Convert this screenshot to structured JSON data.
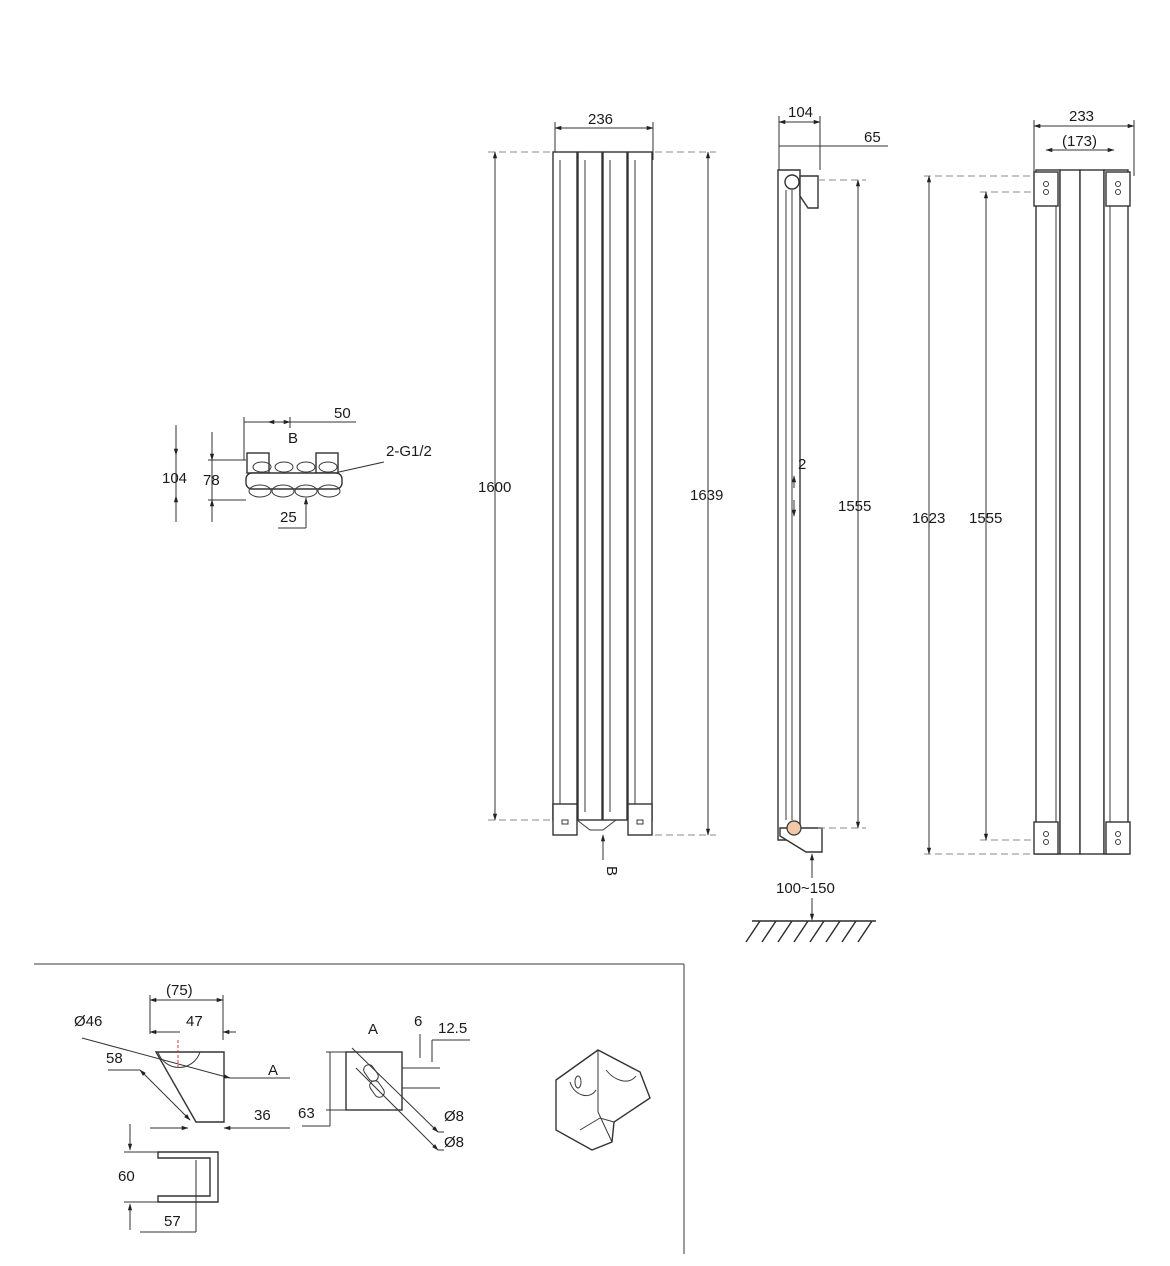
{
  "top_view": {
    "width_50": "50",
    "label_b": "B",
    "connection": "2-G1/2",
    "height_104": "104",
    "height_78": "78",
    "offset_25": "25"
  },
  "front_view": {
    "width_236": "236",
    "height_1600": "1600",
    "height_1639": "1639",
    "label_b": "B"
  },
  "side_view": {
    "depth_104": "104",
    "depth_65": "65",
    "gap_2": "2",
    "height_1555": "1555",
    "floor_gap": "100~150"
  },
  "rear_view": {
    "width_233": "233",
    "width_173": "(173)",
    "height_1623": "1623",
    "height_1555": "1555"
  },
  "bracket_detail": {
    "width_75": "(75)",
    "diameter_46": "Ø46",
    "width_47": "47",
    "label_a": "A",
    "size_58": "58",
    "size_36": "36",
    "height_60": "60",
    "width_57": "57",
    "label_a2": "A",
    "size_6": "6",
    "size_12_5": "12.5",
    "height_63": "63",
    "diameter_8a": "Ø8",
    "diameter_8b": "Ø8"
  }
}
